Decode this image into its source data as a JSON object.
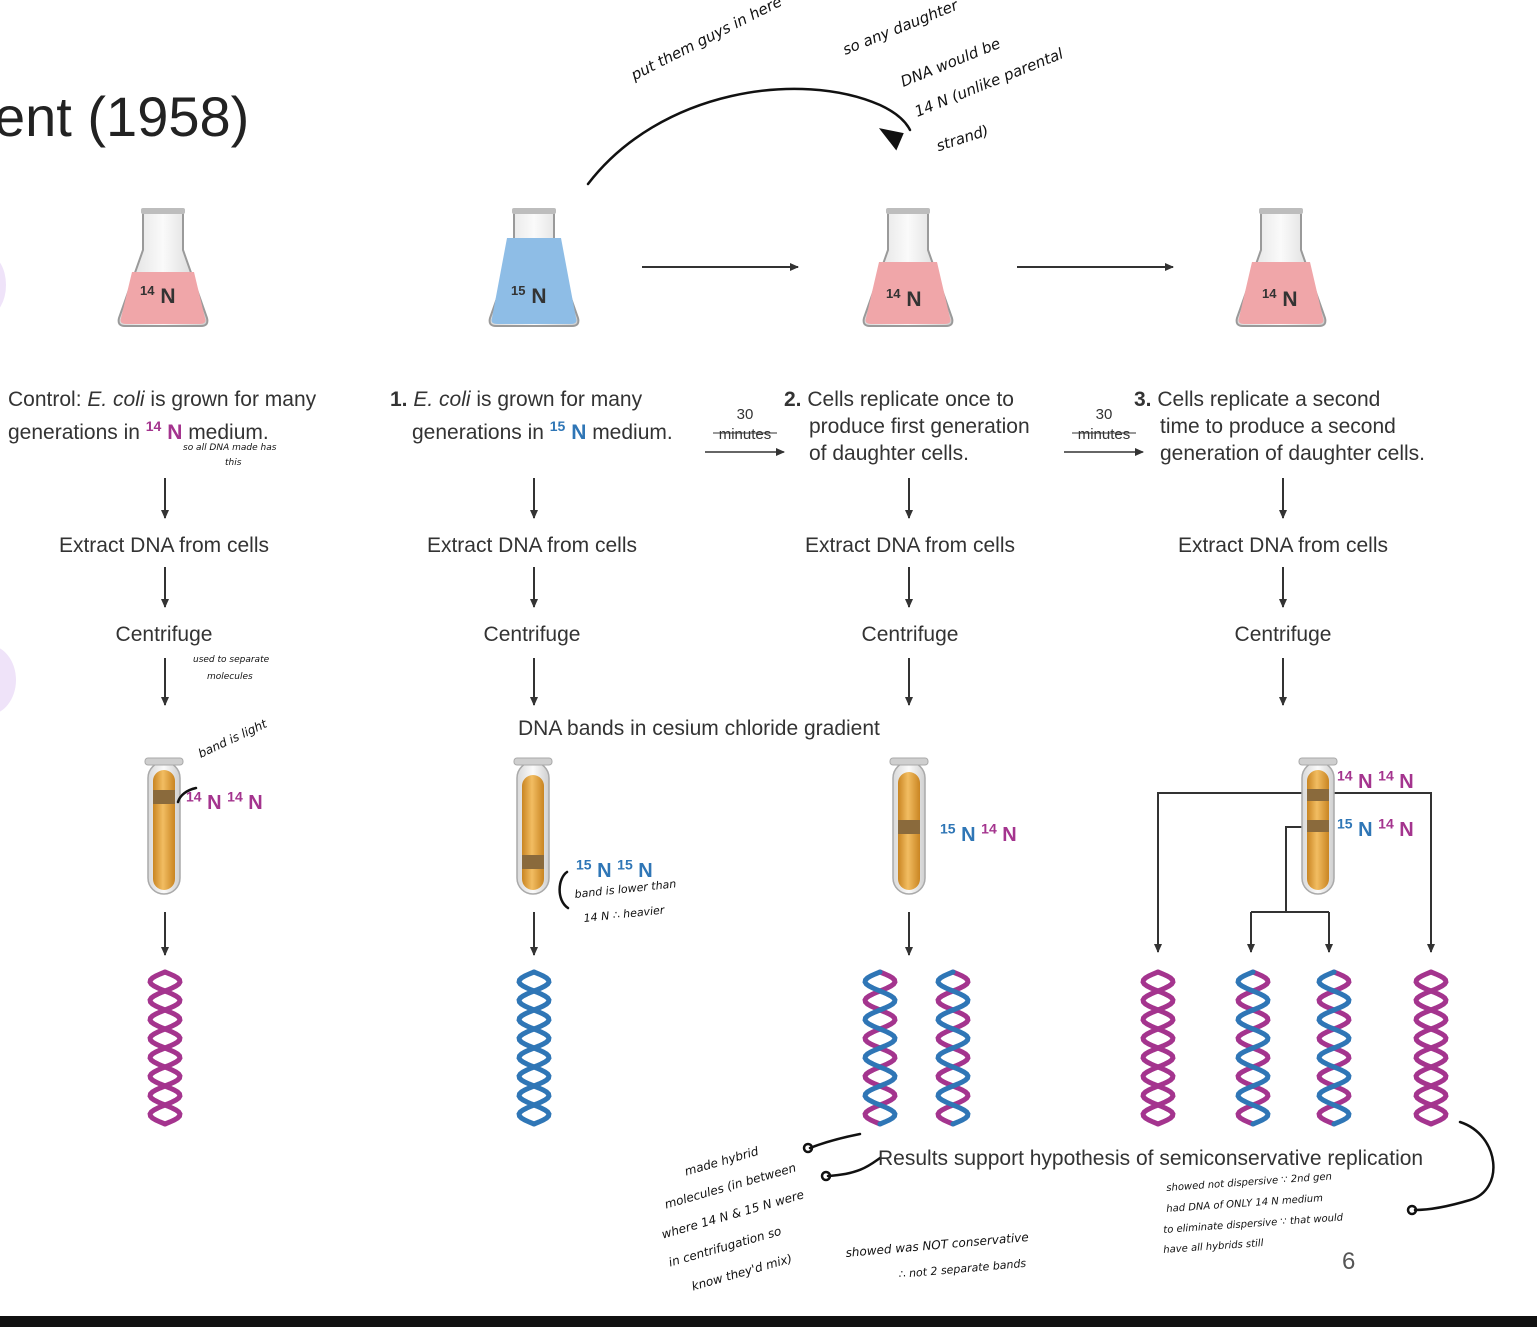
{
  "slide": {
    "title": "ent (1958)",
    "page_number": "6"
  },
  "flasks": [
    {
      "isotope": "14",
      "element": "N",
      "liquid": "#f0a6a9"
    },
    {
      "isotope": "15",
      "element": "N",
      "liquid": "#8ebde6"
    },
    {
      "isotope": "14",
      "element": "N",
      "liquid": "#f0a6a9"
    },
    {
      "isotope": "14",
      "element": "N",
      "liquid": "#f0a6a9"
    }
  ],
  "steps": {
    "control": {
      "pre": "Control: ",
      "species": "E. coli",
      "post": " is grown for many",
      "line2_pre": "generations in ",
      "iso": "14",
      "el": "N",
      "line2_post": " medium."
    },
    "s1": {
      "num": "1.",
      "species": "E. coli",
      "post": " is grown for many",
      "line2_pre": "generations in ",
      "iso": "15",
      "el": "N",
      "line2_post": " medium."
    },
    "s2": {
      "num": "2.",
      "line1": " Cells replicate once to",
      "line2": "produce first generation",
      "line3": "of daughter cells."
    },
    "s3": {
      "num": "3.",
      "line1": " Cells replicate a second",
      "line2": "time to produce a second",
      "line3": "generation of daughter cells."
    }
  },
  "interval": {
    "value": "30",
    "unit": "minutes"
  },
  "labels": {
    "extract": "Extract DNA from cells",
    "centrifuge": "Centrifuge",
    "gradient": "DNA bands in cesium chloride gradient",
    "conclusion": "Results support hypothesis of semiconservative replication"
  },
  "bands": {
    "control": {
      "a_iso": "14",
      "a_el": "N",
      "b_iso": "14",
      "b_el": "N"
    },
    "s1": {
      "a_iso": "15",
      "a_el": "N",
      "b_iso": "15",
      "b_el": "N"
    },
    "s2": {
      "a_iso": "15",
      "a_el": "N",
      "b_iso": "14",
      "b_el": "N"
    },
    "s3_top": {
      "a_iso": "14",
      "a_el": "N",
      "b_iso": "14",
      "b_el": "N"
    },
    "s3_bottom": {
      "a_iso": "15",
      "a_el": "N",
      "b_iso": "14",
      "b_el": "N"
    }
  },
  "colors": {
    "n14": "#a4348e",
    "n15": "#2f76b6",
    "tube": "#e8a847",
    "band": "#8a6a3c",
    "arrow": "#333333"
  },
  "handwriting": {
    "top_1": "put them guys in here",
    "top_2": "so any daughter",
    "top_3": "DNA would be",
    "top_4": "14 N (unlike parental",
    "top_5": "strand)",
    "control_note_1": "so all DNA made has",
    "control_note_2": "this",
    "centrifuge_note_1": "used to separate",
    "centrifuge_note_2": "molecules",
    "band_light": "band is light",
    "s1_note_1": "band is lower than",
    "s1_note_2": "14 N ∴ heavier",
    "hybrid_1": "made hybrid",
    "hybrid_2": "molecules (in between",
    "hybrid_3": "where 14 N & 15 N were",
    "hybrid_4": "in centrifugation so",
    "hybrid_5": "know they'd mix)",
    "not_cons_1": "showed was NOT conservative",
    "not_cons_2": "∴ not 2 separate bands",
    "disp_1": "showed not dispersive ∵ 2nd gen",
    "disp_2": "had DNA of ONLY 14 N medium",
    "disp_3": "to eliminate dispersive ∵ that would",
    "disp_4": "have all hybrids still"
  }
}
